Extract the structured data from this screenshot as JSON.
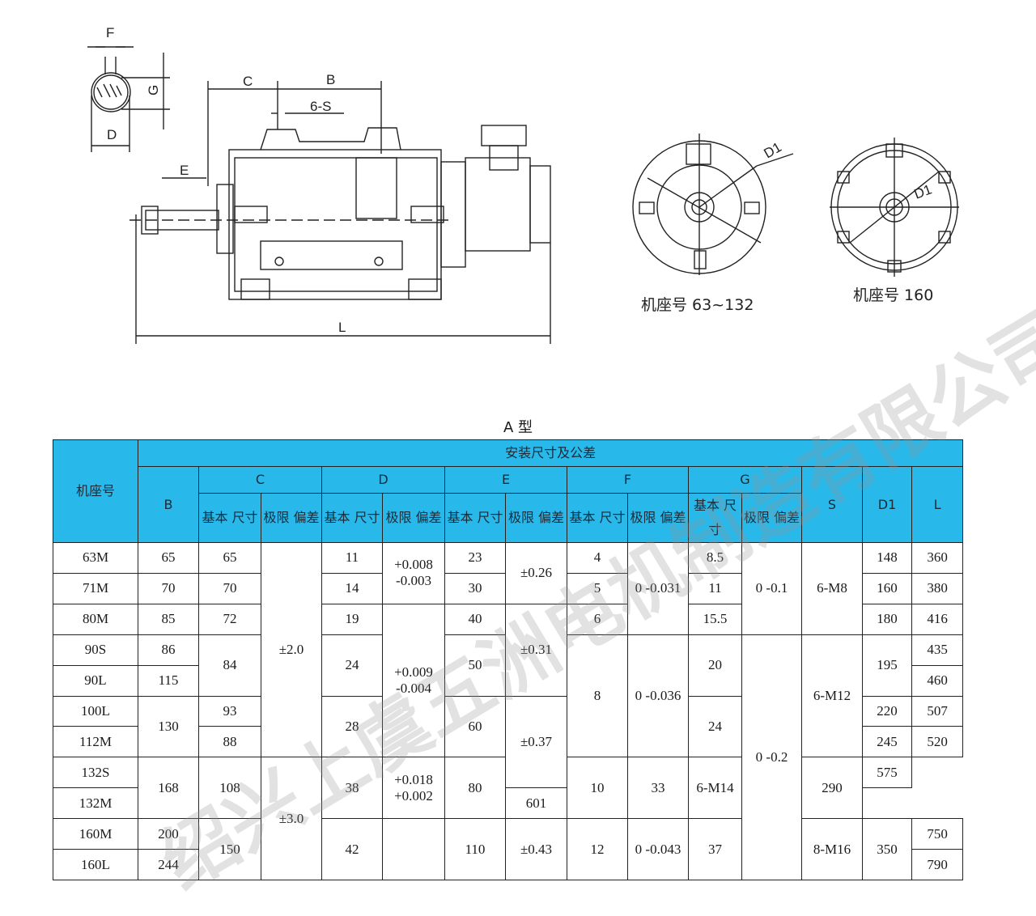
{
  "drawing": {
    "labels": {
      "F": "F",
      "G": "G",
      "D": "D",
      "C": "C",
      "B": "B",
      "S": "6-S",
      "E": "E",
      "L": "L",
      "D1": "D1"
    },
    "captions": {
      "small": "机座号 63~132",
      "large": "机座号 160"
    }
  },
  "table": {
    "title": "A 型",
    "header": {
      "frame": "机座号",
      "group": "安装尺寸及公差",
      "B": "B",
      "C": "C",
      "D": "D",
      "E": "E",
      "F": "F",
      "G": "G",
      "S": "S",
      "D1": "D1",
      "L": "L",
      "basic": "基本 尺寸",
      "tolerance": "极限 偏差"
    },
    "rows": [
      [
        "63M",
        "65",
        "65",
        "11",
        "23",
        "4",
        "8.5",
        "148",
        "360"
      ],
      [
        "71M",
        "70",
        "70",
        "14",
        "30",
        "5",
        "11",
        "160",
        "380"
      ],
      [
        "80M",
        "85",
        "72",
        "19",
        "40",
        "6",
        "15.5",
        "180",
        "416"
      ],
      [
        "90S",
        "86",
        "84",
        "24",
        "50",
        "8",
        "20",
        "195",
        "435"
      ],
      [
        "90L",
        "115",
        "",
        "",
        "",
        "",
        "",
        "",
        "460"
      ],
      [
        "100L",
        "",
        "93",
        "28",
        "60",
        "",
        "24",
        "220",
        "507"
      ],
      [
        "112M",
        "130",
        "88",
        "",
        "",
        "",
        "",
        "245",
        "520"
      ],
      [
        "132S",
        "",
        "108",
        "38",
        "80",
        "10",
        "33",
        "290",
        "575"
      ],
      [
        "132M",
        "168",
        "",
        "",
        "",
        "",
        "",
        "",
        "601"
      ],
      [
        "160M",
        "200",
        "150",
        "42",
        "110",
        "12",
        "37",
        "350",
        "750"
      ],
      [
        "160L",
        "244",
        "",
        "",
        "",
        "",
        "",
        "",
        "790"
      ]
    ],
    "merged": {
      "c_tol_1": "±2.0",
      "c_tol_2": "±3.0",
      "d_tol_1": "+0.008 -0.003",
      "d_tol_2": "+0.009 -0.004",
      "d_tol_3": "+0.018 +0.002",
      "e_tol_1": "±0.26",
      "e_tol_2": "±0.31",
      "e_tol_3": "±0.37",
      "e_tol_4": "±0.43",
      "f_tol_1": "0 -0.031",
      "f_tol_2": "0 -0.036",
      "f_tol_3": "0 -0.043",
      "g_tol_1": "0 -0.1",
      "g_tol_2": "0 -0.2",
      "s_1": "6-M8",
      "s_2": "6-M12",
      "s_3": "6-M14",
      "s_4": "8-M16"
    },
    "colors": {
      "header_bg": "#29b8ea"
    }
  },
  "watermark": "绍兴上虞五洲电机制造有限公司"
}
